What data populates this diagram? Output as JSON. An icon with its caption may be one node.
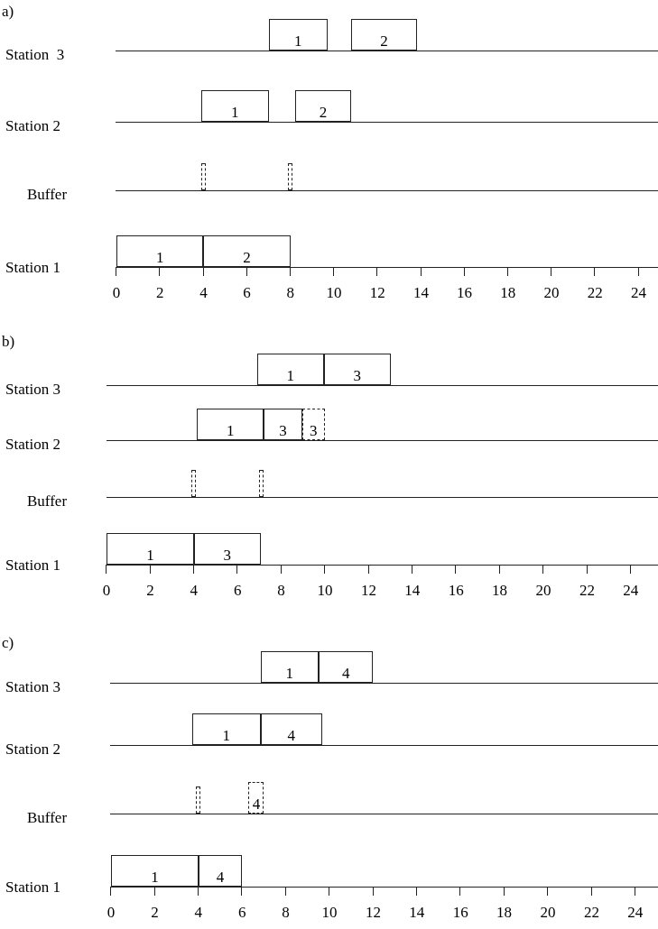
{
  "diagram": {
    "nodes": [
      {
        "text": [
          "1"
        ]
      },
      {
        "text": [
          "2"
        ]
      },
      {
        "text": [
          "1"
        ]
      },
      {
        "text": [
          "2"
        ]
      },
      {
        "text": [],
        "shape": "box"
      },
      {
        "text": [],
        "shape": "box"
      },
      {
        "text": [
          "1"
        ]
      },
      {
        "text": [
          "2"
        ]
      },
      {
        "text": [
          "1"
        ]
      },
      {
        "text": [
          "3"
        ]
      },
      {
        "text": [
          "1"
        ]
      },
      {
        "text": [
          "3"
        ]
      },
      {
        "text": [
          "3"
        ]
      },
      {
        "text": [],
        "shape": "box"
      },
      {
        "text": [],
        "shape": "box"
      },
      {
        "text": [
          "1"
        ]
      },
      {
        "text": [
          "3"
        ]
      },
      {
        "text": [
          "1"
        ]
      },
      {
        "text": [
          "4"
        ]
      },
      {
        "text": [
          "1"
        ]
      },
      {
        "text": [
          "4"
        ]
      },
      {
        "text": [],
        "shape": "box"
      },
      {
        "text": [
          "4"
        ]
      },
      {
        "text": [
          "1"
        ]
      },
      {
        "text": [
          "4"
        ]
      }
    ],
    "labels": [
      "a)",
      "Station  3",
      "Station 2",
      "Buffer",
      "Station 1",
      "0",
      "2",
      "4",
      "6",
      "8",
      "10",
      "12",
      "14",
      "16",
      "18",
      "20",
      "22",
      "24",
      "b)",
      "Station 3",
      "Station 2",
      "Buffer",
      "Station 1",
      "0",
      "2",
      "4",
      "6",
      "8",
      "10",
      "12",
      "14",
      "16",
      "18",
      "20",
      "22",
      "24",
      "c)",
      "Station 3",
      "Station 2",
      "Buffer",
      "Station 1",
      "0",
      "2",
      "4",
      "6",
      "8",
      "10",
      "12",
      "14",
      "16",
      "18",
      "20",
      "22",
      "24"
    ]
  }
}
